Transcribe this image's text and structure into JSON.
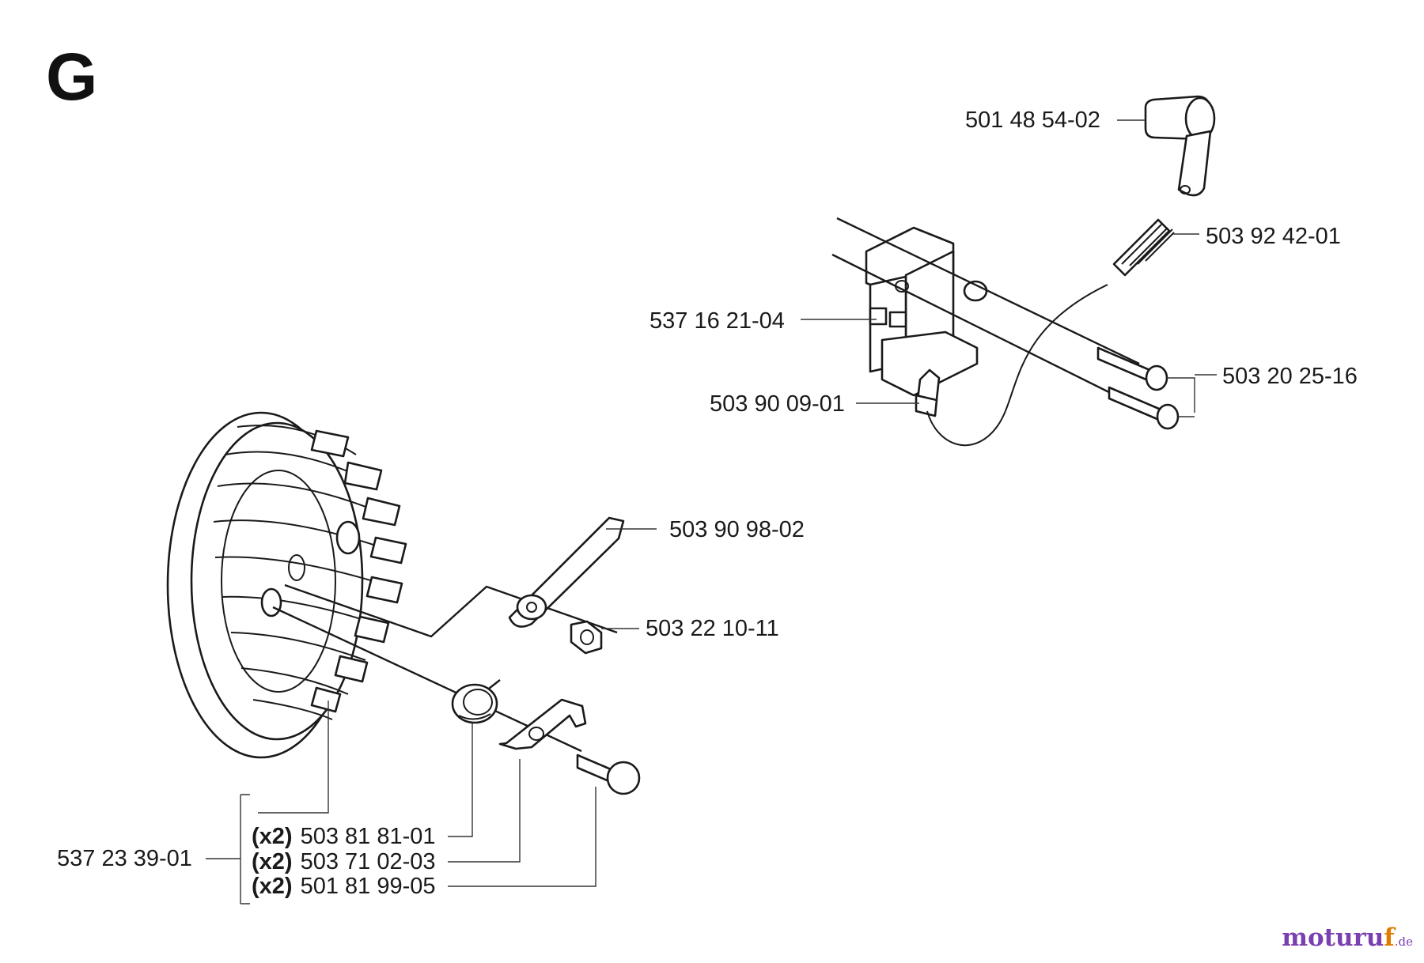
{
  "section": {
    "letter": "G"
  },
  "parts": [
    {
      "id": "ignition-boot",
      "number": "501 48 54-02"
    },
    {
      "id": "spring",
      "number": "503 92 42-01"
    },
    {
      "id": "ignition-module",
      "number": "537 16 21-04"
    },
    {
      "id": "screws",
      "number": "503 20 25-16"
    },
    {
      "id": "cable-terminal",
      "number": "503 90 09-01"
    },
    {
      "id": "pawl-spring-link",
      "number": "503 90 98-02"
    },
    {
      "id": "nut",
      "number": "503 22 10-11"
    },
    {
      "id": "flywheel",
      "number": "537 23 39-01"
    },
    {
      "id": "pawl-spring",
      "number": "503 81 81-01",
      "qty": "(x2)"
    },
    {
      "id": "pawl",
      "number": "503 71 02-03",
      "qty": "(x2)"
    },
    {
      "id": "pawl-bolt",
      "number": "501 81 99-05",
      "qty": "(x2)"
    }
  ],
  "watermark": {
    "text_main": "moturu",
    "text_accent": "f",
    "tld": ".de"
  },
  "colors": {
    "ink": "#1a1a1a",
    "watermark_main": "#7a3fb0",
    "watermark_accent": "#e07b00"
  }
}
